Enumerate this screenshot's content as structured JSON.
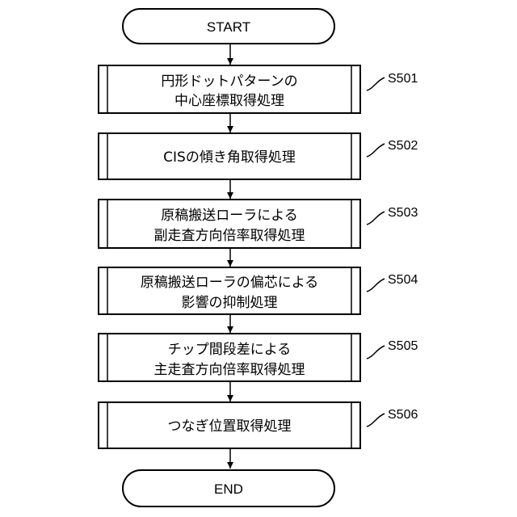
{
  "flowchart": {
    "start_label": "START",
    "end_label": "END",
    "steps": [
      {
        "id": "S501",
        "lines": [
          "円形ドットパターンの",
          "中心座標取得処理"
        ]
      },
      {
        "id": "S502",
        "lines": [
          "CISの傾き角取得処理"
        ]
      },
      {
        "id": "S503",
        "lines": [
          "原稿搬送ローラによる",
          "副走査方向倍率取得処理"
        ]
      },
      {
        "id": "S504",
        "lines": [
          "原稿搬送ローラの偏芯による",
          "影響の抑制処理"
        ]
      },
      {
        "id": "S505",
        "lines": [
          "チップ間段差による",
          "主走査方向倍率取得処理"
        ]
      },
      {
        "id": "S506",
        "lines": [
          "つなぎ位置取得処理"
        ]
      }
    ]
  }
}
